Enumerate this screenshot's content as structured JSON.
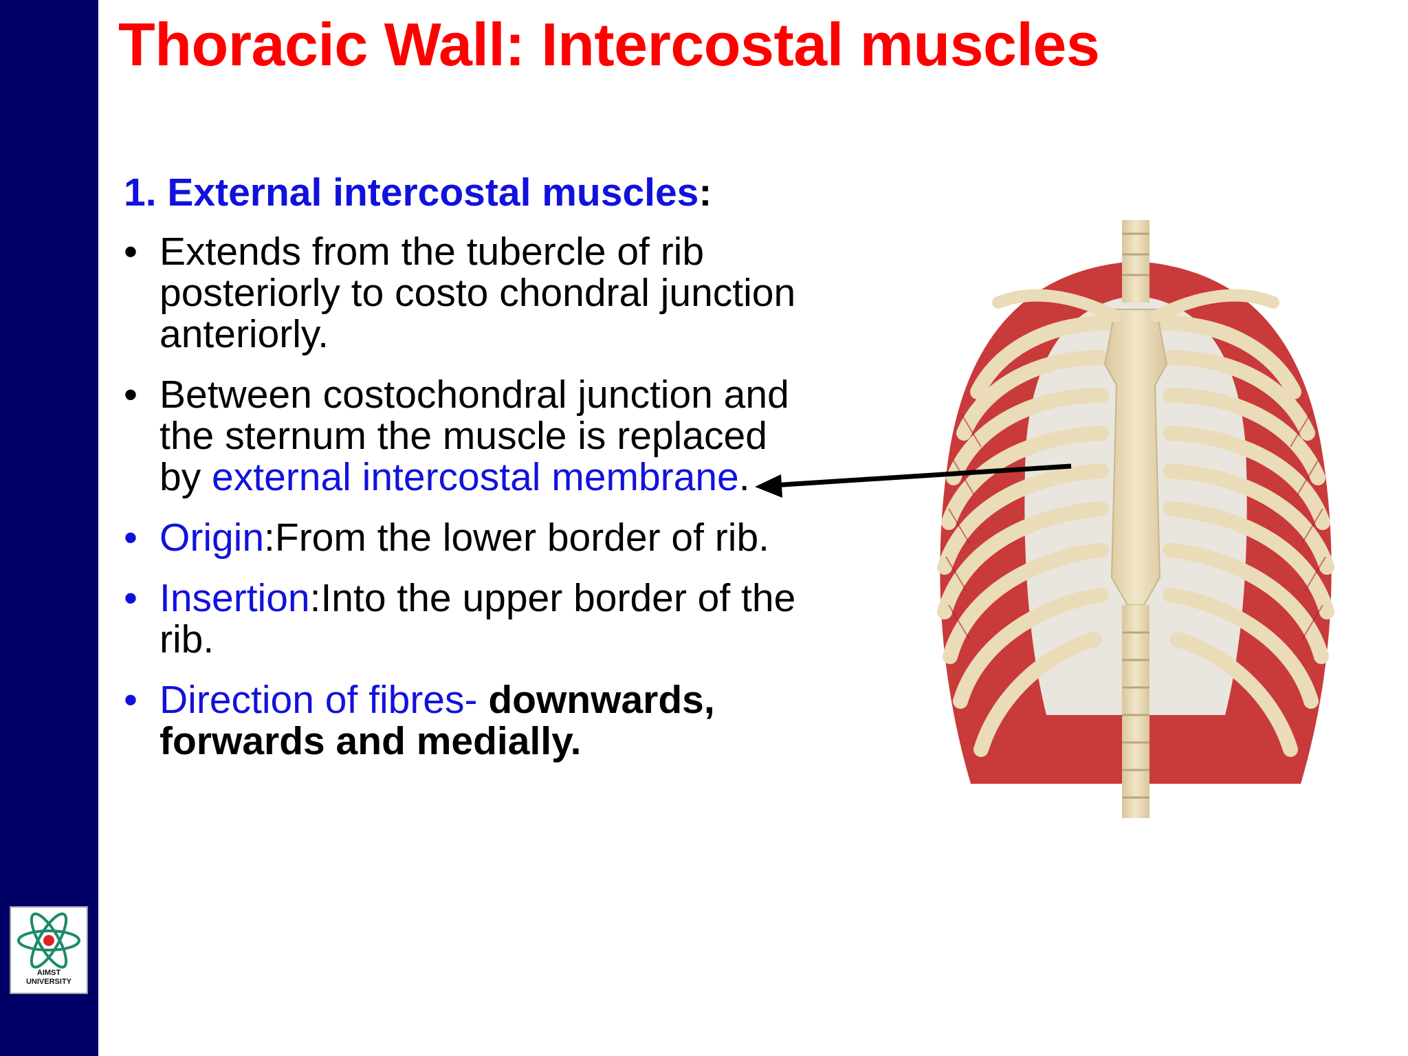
{
  "title": "Thoracic Wall: Intercostal muscles",
  "heading": {
    "label": "1. External intercostal muscles",
    "colon": ":"
  },
  "bullets": {
    "extends": "Extends from the tubercle of rib posteriorly to costo chondral junction anteriorly.",
    "between_pre": "Between costochondral junction and the sternum the muscle is replaced by ",
    "between_term": "external intercostal membrane",
    "between_post": ".",
    "origin_term": "Origin",
    "origin_text": ":From the lower border of rib.",
    "insertion_term": "Insertion",
    "insertion_text": ":Into the upper border of the rib.",
    "direction_term": "Direction of fibres- ",
    "direction_text": "downwards, forwards and medially."
  },
  "logo": {
    "line1": "AIMST",
    "line2": "UNIVERSITY"
  },
  "colors": {
    "title": "#ff0000",
    "sidebar": "#000066",
    "accent_blue": "#1111dd",
    "muscle_red": "#cc2a2a",
    "bone": "#eadcb8"
  },
  "icons": {
    "bullet": "•",
    "logo": "atom-logo-icon",
    "figure": "rib-cage-illustration",
    "arrow": "pointer-arrow-icon"
  }
}
